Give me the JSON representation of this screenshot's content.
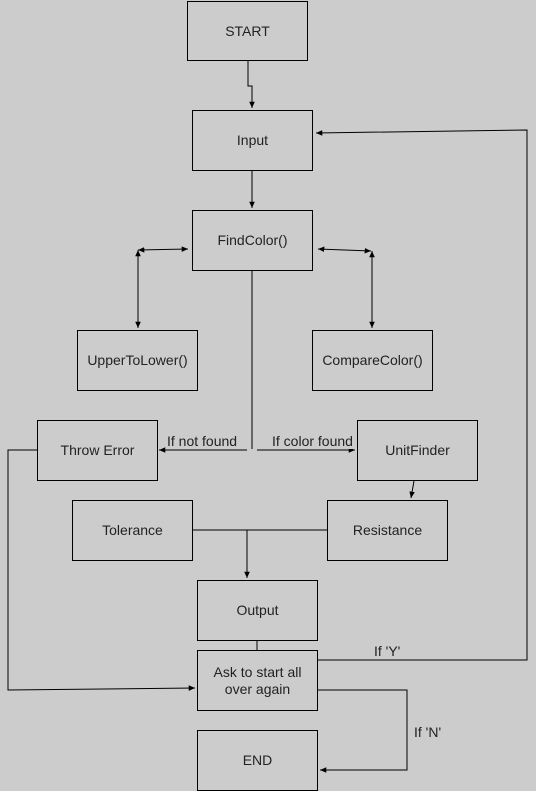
{
  "nodes": {
    "start": "START",
    "input": "Input",
    "findcolor": "FindColor()",
    "uppertolower": "UpperToLower()",
    "comparecolor": "CompareColor()",
    "throwerror": "Throw Error",
    "unitfinder": "UnitFinder",
    "tolerance": "Tolerance",
    "resistance": "Resistance",
    "output": "Output",
    "askagain": "Ask to start all over again",
    "end": "END"
  },
  "edge_labels": {
    "not_found": "If not found",
    "color_found": "If color found",
    "yes": "If 'Y'",
    "no": "If 'N'"
  },
  "colors": {
    "background": "#cccccc",
    "stroke": "#000000",
    "text": "#222222"
  }
}
